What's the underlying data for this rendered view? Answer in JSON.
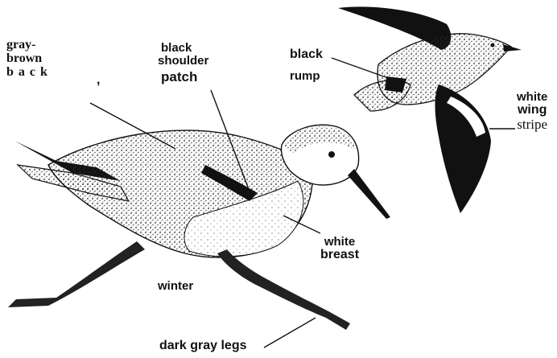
{
  "labels": {
    "back": [
      "gray-",
      "brown",
      "b a c k",
      ","
    ],
    "shoulder": [
      "black",
      "shoulder",
      "patch"
    ],
    "rump": [
      "black",
      "rump"
    ],
    "wing_stripe": [
      "white",
      "wing",
      "stripe"
    ],
    "breast": [
      "white",
      "breast"
    ],
    "season": "winter",
    "legs": "dark gray legs"
  },
  "colors": {
    "ink": "#111111",
    "paper": "#ffffff",
    "stipple": "#333333"
  }
}
